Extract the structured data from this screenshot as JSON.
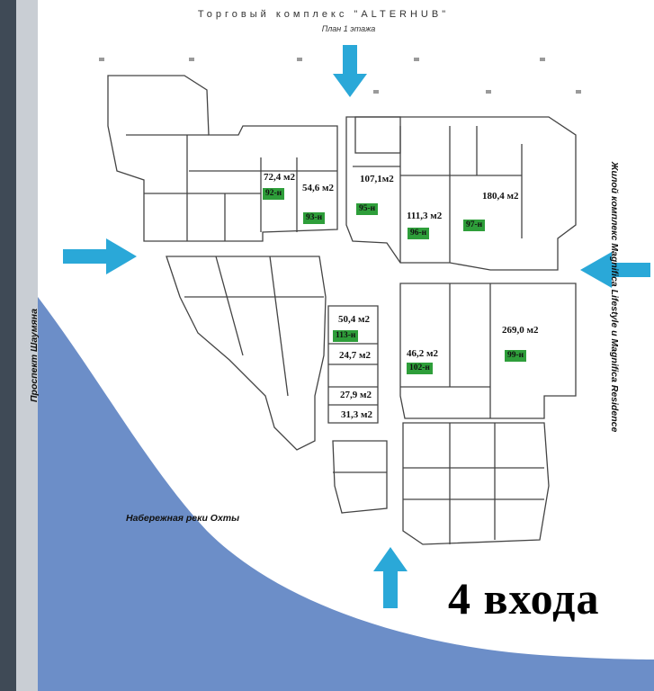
{
  "header": {
    "title": "Торговый комплекс \"ALTERHUB\"",
    "subtitle": "План 1 этажа"
  },
  "labels": {
    "street": "Проспект Шаумяна",
    "residence": "Жилой комплекс Magnifica Lifestyle и Magnifica Residence",
    "embankment": "Набережная реки Охты",
    "entrances": "4 входа"
  },
  "units": [
    {
      "area": "72,4 м2",
      "tag": "92-н"
    },
    {
      "area": "54,6 м2",
      "tag": "93-н"
    },
    {
      "area": "107,1м2",
      "tag": "95-н"
    },
    {
      "area": "111,3 м2",
      "tag": "96-н"
    },
    {
      "area": "180,4 м2",
      "tag": "97-н"
    },
    {
      "area": "50,4 м2",
      "tag": "113-н"
    },
    {
      "area": "24,7 м2",
      "tag": ""
    },
    {
      "area": "27,9 м2",
      "tag": ""
    },
    {
      "area": "31,3 м2",
      "tag": ""
    },
    {
      "area": "46,2 м2",
      "tag": "102-н"
    },
    {
      "area": "269,0 м2",
      "tag": "99-н"
    }
  ],
  "colors": {
    "road": "#3f4a56",
    "river": "#6c8ec8",
    "entrance_arrow": "#2aa8d8",
    "unit_tag": "#2e9e3a",
    "walls": "#444444"
  },
  "icons": {
    "entrance": "arrow-icon"
  }
}
